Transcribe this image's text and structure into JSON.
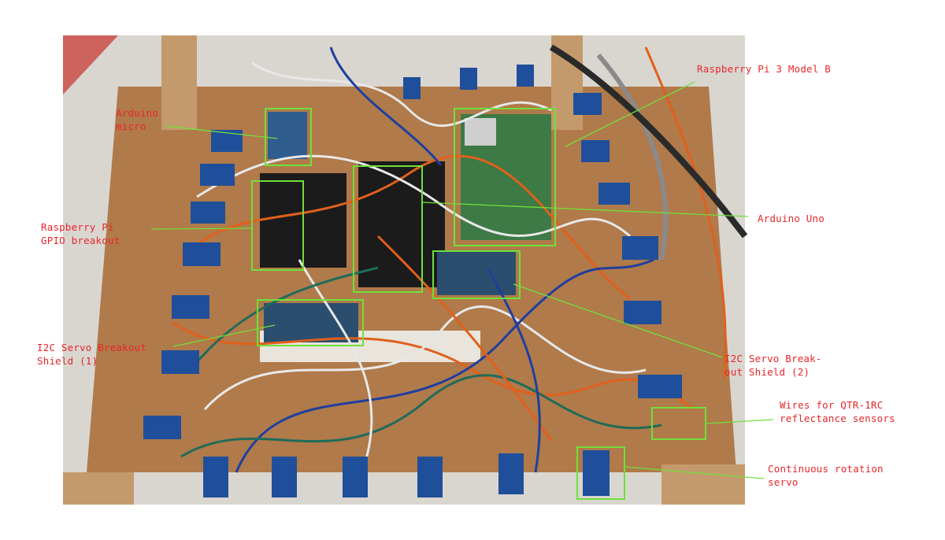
{
  "colors": {
    "label_text": "#e8262b",
    "highlight_box": "#6fe03a",
    "leader_line": "#6fe03a",
    "board_wood": "#b07a4a",
    "frame_wood": "#c49a6c",
    "servo_blue": "#1f4f9a",
    "wire_orange": "#e0601c",
    "wire_white": "#e8e8e8",
    "wire_blue": "#1e3f9f",
    "wire_green": "#1f6b5a",
    "ribbon_black": "#1b1b1b",
    "pcb_green": "#3d7a45"
  },
  "labels": {
    "arduino_micro": "Arduino\nmicro",
    "raspberry_pi_3": "Raspberry Pi 3 Model B",
    "gpio_breakout": "Raspberry Pi\nGPIO breakout",
    "arduino_uno": "Arduino Uno",
    "servo_shield_1": "I2C Servo Breakout\nShield (1)",
    "servo_shield_2": "I2C Servo Break-\nout Shield (2)",
    "qtr_wires": "Wires for QTR-1RC\nreflectance sensors",
    "continuous_servo": "Continuous rotation\nservo"
  }
}
